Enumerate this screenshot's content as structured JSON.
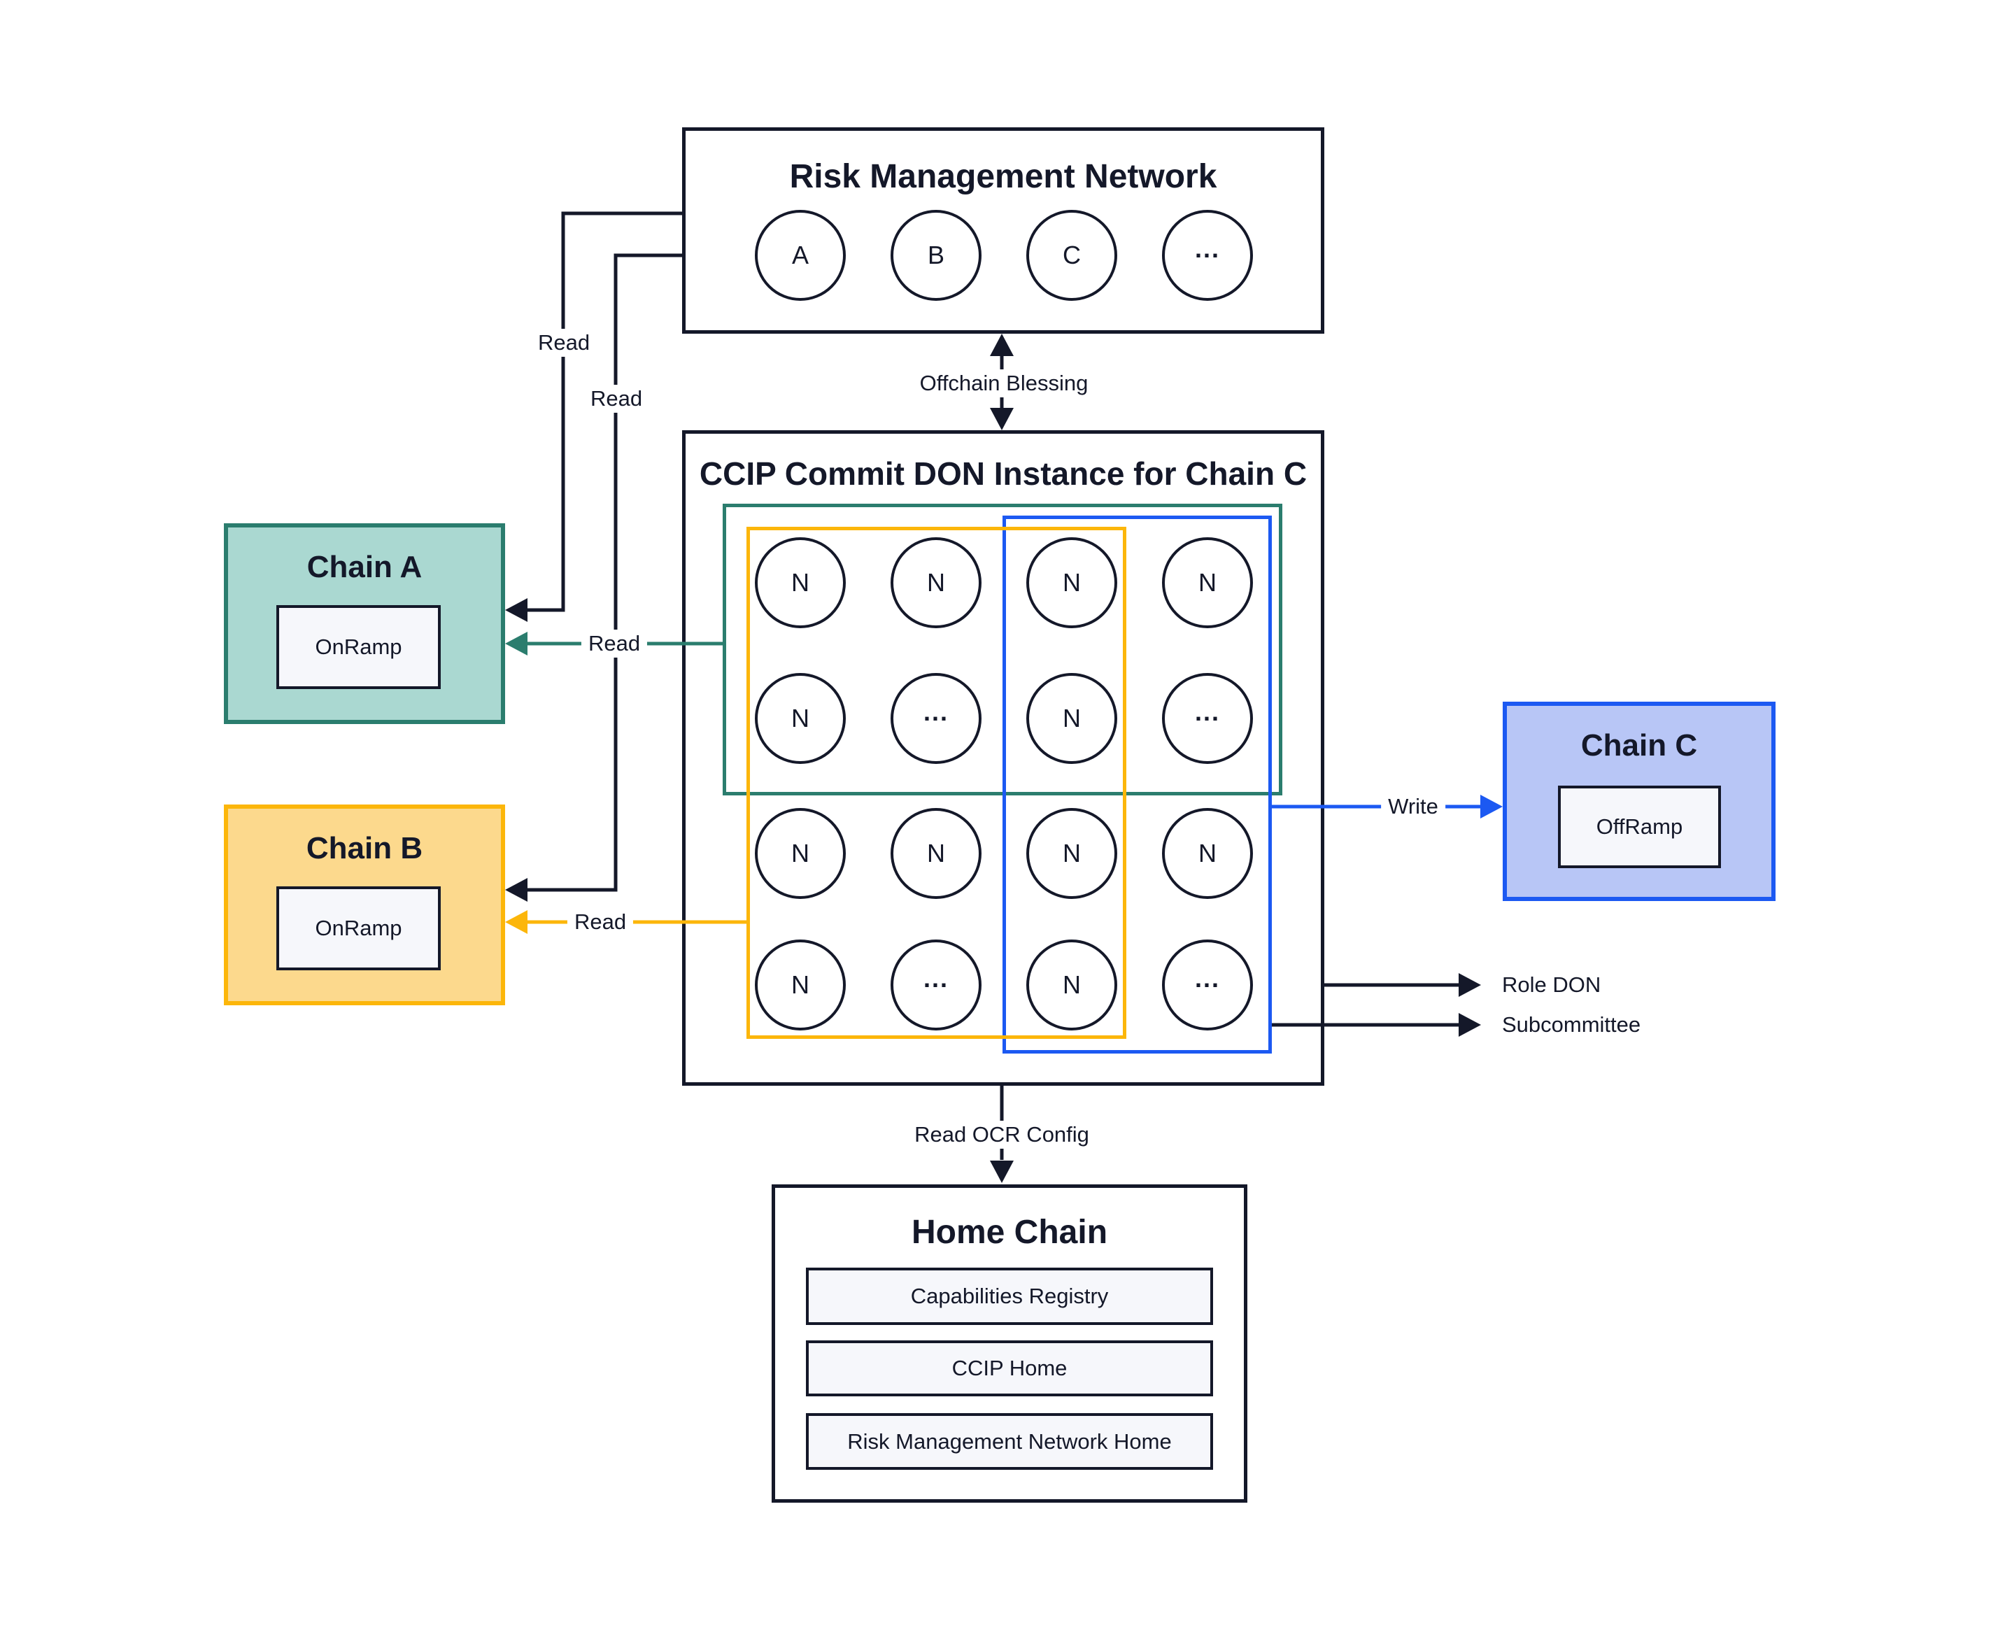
{
  "colors": {
    "ink": "#141829",
    "teal": "#2b7d6e",
    "teal_fill": "#aad8d1",
    "gold": "#fcb60a",
    "gold_fill": "#fcd98d",
    "blue": "#1c59f2",
    "blue_fill": "#b8c6f6",
    "contract_fill": "#f6f7fb"
  },
  "rmn": {
    "title": "Risk Management Network",
    "nodes": [
      "A",
      "B",
      "C",
      "..."
    ]
  },
  "ccip": {
    "title": "CCIP Commit DON Instance for Chain C",
    "grid": [
      [
        "N",
        "N",
        "N",
        "N"
      ],
      [
        "N",
        "...",
        "N",
        "..."
      ],
      [
        "N",
        "N",
        "N",
        "N"
      ],
      [
        "N",
        "...",
        "N",
        "..."
      ]
    ]
  },
  "chains": {
    "a": {
      "title": "Chain A",
      "contract": "OnRamp"
    },
    "b": {
      "title": "Chain B",
      "contract": "OnRamp"
    },
    "c": {
      "title": "Chain C",
      "contract": "OffRamp"
    }
  },
  "home": {
    "title": "Home Chain",
    "rows": [
      "Capabilities Registry",
      "CCIP Home",
      "Risk Management Network Home"
    ]
  },
  "labels": {
    "offchain_blessing": "Offchain Blessing",
    "read_rmn_to_a": "Read",
    "read_rmn_to_b": "Read",
    "read_don_to_a": "Read",
    "read_don_to_b": "Read",
    "write": "Write",
    "role_don": "Role DON",
    "subcommittee": "Subcommittee",
    "read_ocr_config": "Read OCR Config"
  }
}
